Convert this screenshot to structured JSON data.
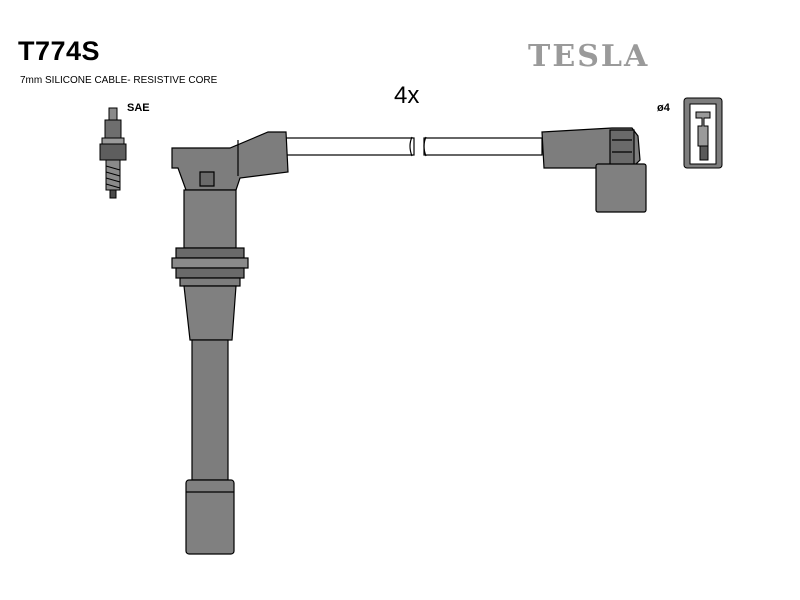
{
  "header": {
    "part_code": "T774S",
    "cable_description": "7mm SILICONE CABLE- RESISTIVE CORE",
    "brand": "TESLA"
  },
  "diagram": {
    "quantity_label": "4x",
    "plug_type_label": "SAE",
    "terminal_label": "ø4"
  },
  "colors": {
    "part_fill": "#7d7d7d",
    "part_dark": "#5a5a5a",
    "cable_fill": "#ffffff",
    "outline": "#000000",
    "brand_gray": "#9a9a9a"
  }
}
